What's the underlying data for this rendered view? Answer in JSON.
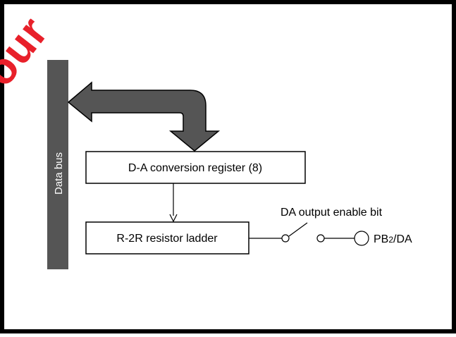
{
  "watermark": {
    "text": "rour",
    "color": "#e8202a"
  },
  "diagram": {
    "data_bus_label": "Data bus",
    "da_register_label": "D-A conversion register (8)",
    "resistor_ladder_label": "R-2R resistor ladder",
    "enable_bit_label": "DA output enable bit",
    "pin_label_main": "PB",
    "pin_label_sub": "2",
    "pin_label_suffix": "/DA"
  },
  "colors": {
    "bus_fill": "#555555",
    "frame": "#000000",
    "background": "#ffffff"
  }
}
